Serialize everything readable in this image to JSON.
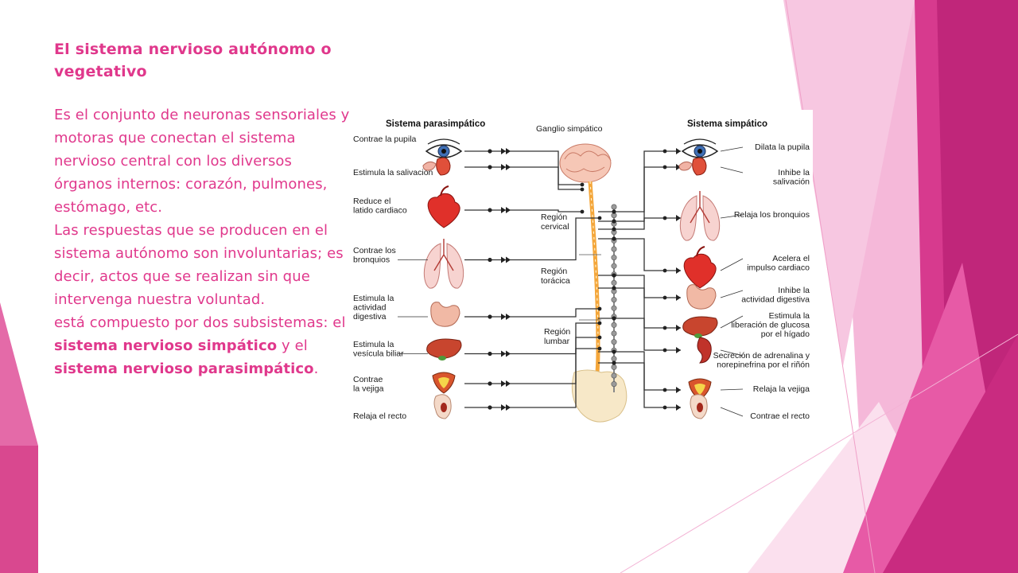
{
  "slide": {
    "title": "El sistema nervioso autónomo o vegetativo",
    "paragraphs": [
      "Es el conjunto de neuronas sensoriales y motoras que conectan el sistema nervioso central con los diversos órganos internos: corazón, pulmones, estómago, etc.",
      " Las respuestas que se producen en el sistema autónomo son involuntarias; es decir, actos que se realizan sin que intervenga nuestra voluntad."
    ],
    "last_paragraph": {
      "prefix": " está compuesto por dos subsistemas: el ",
      "term1": "sistema nervioso simpático",
      "middle": " y el ",
      "term2": "sistema nervioso parasimpático",
      "suffix": "."
    },
    "colors": {
      "text": "#e0388c",
      "accent_dark": "#c0267a",
      "accent_mid": "#e75aa6",
      "accent_light": "#f5b8d9"
    }
  },
  "diagram": {
    "header_left": "Sistema parasimpático",
    "header_center": "Ganglio simpático",
    "header_right": "Sistema simpático",
    "regions": {
      "cervical": [
        "Región",
        "cervical"
      ],
      "toracica": [
        "Región",
        "torácica"
      ],
      "lumbar": [
        "Región",
        "lumbar"
      ]
    },
    "left_labels": [
      {
        "lines": [
          "Contrae la pupila"
        ],
        "icon": "eye-icon"
      },
      {
        "lines": [
          "Estimula la salivación"
        ],
        "icon": "salivary-gland-icon"
      },
      {
        "lines": [
          "Reduce el",
          "latido cardiaco"
        ],
        "icon": "heart-icon"
      },
      {
        "lines": [
          "Contrae los",
          "bronquios"
        ],
        "icon": "lungs-icon"
      },
      {
        "lines": [
          "Estimula la",
          "actividad",
          "digestiva"
        ],
        "icon": "stomach-icon"
      },
      {
        "lines": [
          "Estimula la",
          "vesícula biliar"
        ],
        "icon": "liver-icon"
      },
      {
        "lines": [
          "Contrae",
          "la vejiga"
        ],
        "icon": "bladder-icon"
      },
      {
        "lines": [
          "Relaja el recto"
        ],
        "icon": "rectum-icon"
      }
    ],
    "right_labels": [
      {
        "lines": [
          "Dilata la pupila"
        ],
        "icon": "eye-icon"
      },
      {
        "lines": [
          "Inhibe la",
          "salivación"
        ],
        "icon": "salivary-gland-icon"
      },
      {
        "lines": [
          "Relaja los bronquios"
        ],
        "icon": "lungs-icon"
      },
      {
        "lines": [
          "Acelera el",
          "impulso cardiaco"
        ],
        "icon": "heart-icon"
      },
      {
        "lines": [
          "Inhibe la",
          "actividad digestiva"
        ],
        "icon": "stomach-icon"
      },
      {
        "lines": [
          "Estimula la",
          "liberación de glucosa",
          "por el hígado"
        ],
        "icon": "liver-icon"
      },
      {
        "lines": [
          "Secreción de adrenalina y",
          "norepinefrina por el riñón"
        ],
        "icon": "kidney-icon"
      },
      {
        "lines": [
          "Relaja la vejiga"
        ],
        "icon": "bladder-icon"
      },
      {
        "lines": [
          "Contrae el recto"
        ],
        "icon": "rectum-icon"
      }
    ]
  }
}
